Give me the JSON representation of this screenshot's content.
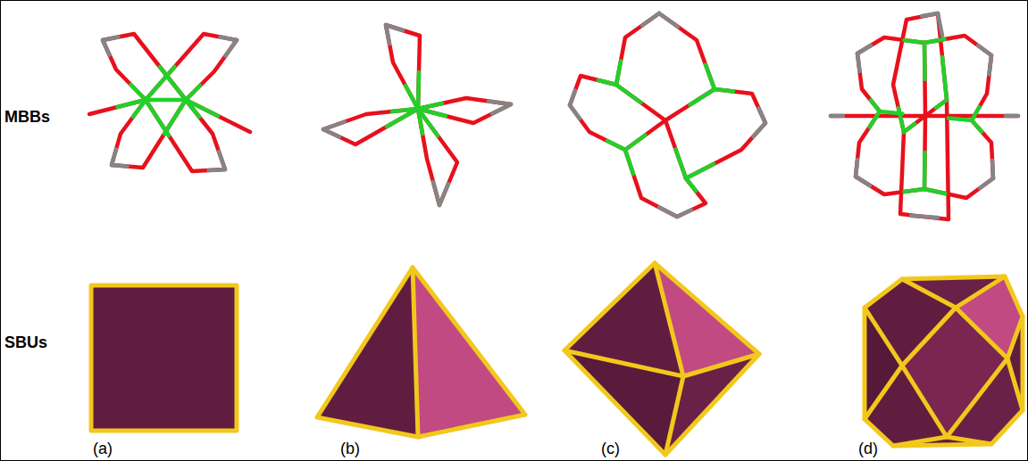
{
  "diagram": {
    "labels": [
      "MBBs",
      "SBUs",
      "(a)",
      "(b)",
      "(c)",
      "(d)"
    ]
  }
}
